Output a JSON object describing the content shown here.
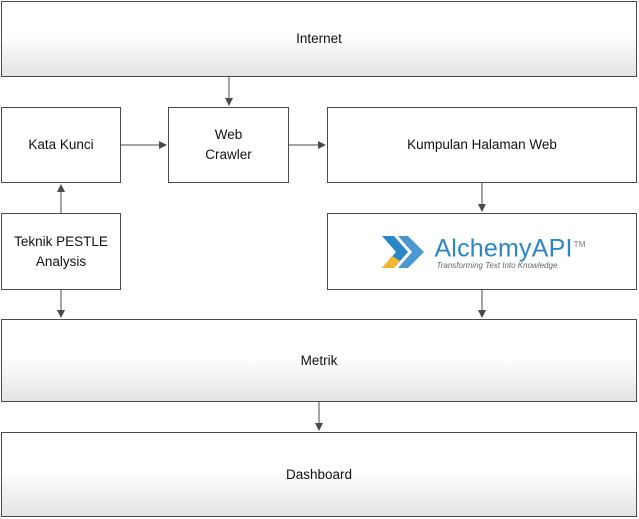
{
  "nodes": {
    "internet": "Internet",
    "kata_kunci": "Kata Kunci",
    "web_crawler_line1": "Web",
    "web_crawler_line2": "Crawler",
    "kumpulan": "Kumpulan Halaman Web",
    "pestle_line1": "Teknik PESTLE",
    "pestle_line2": "Analysis",
    "metrik": "Metrik",
    "dashboard": "Dashboard"
  },
  "logo": {
    "name_part1": "Alchemy",
    "name_part2": "API",
    "tm": "TM",
    "tagline": "Transforming Text Into Knowledge"
  },
  "colors": {
    "logo_blue": "#2b86c5",
    "logo_yellow": "#f2b632",
    "line": "#4a4a4a"
  }
}
